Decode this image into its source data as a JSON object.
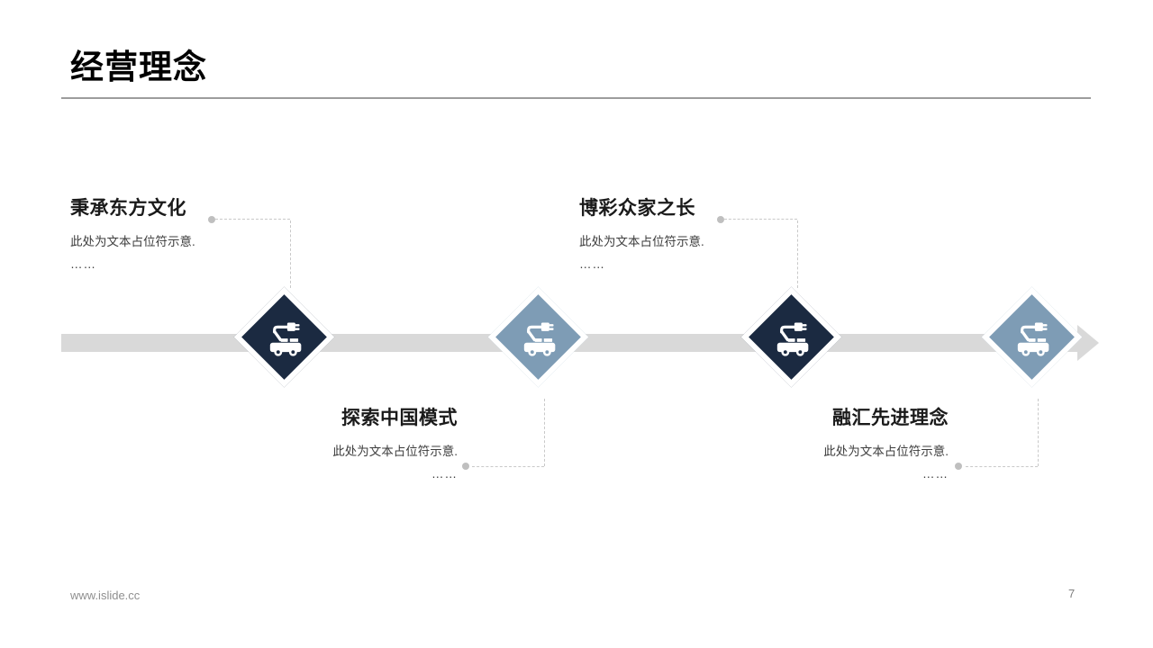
{
  "page": {
    "title": "经营理念",
    "footer": {
      "url": "www.islide.cc",
      "page_number": "7"
    }
  },
  "items": [
    {
      "title": "秉承东方文化",
      "body": "此处为文本占位符示意.",
      "ellipsis": "……",
      "placement": "top-left",
      "diamond_color": "#1B2A41",
      "icon": "electric-car-icon"
    },
    {
      "title": "探索中国模式",
      "body": "此处为文本占位符示意.",
      "ellipsis": "……",
      "placement": "bottom-left",
      "diamond_color": "#7E9CB5",
      "icon": "electric-car-icon"
    },
    {
      "title": "博彩众家之长",
      "body": "此处为文本占位符示意.",
      "ellipsis": "……",
      "placement": "top-right",
      "diamond_color": "#1B2A41",
      "icon": "electric-car-icon"
    },
    {
      "title": "融汇先进理念",
      "body": "此处为文本占位符示意.",
      "ellipsis": "……",
      "placement": "bottom-right",
      "diamond_color": "#7E9CB5",
      "icon": "electric-car-icon"
    }
  ],
  "colors": {
    "dark_diamond": "#1B2A41",
    "light_diamond": "#7E9CB5",
    "timeline_band": "#D9D9D9",
    "title_text": "#1A1A1A",
    "body_text": "#3D3D3D",
    "connector": "#BFBFBF",
    "rule": "#9C9C9C",
    "footer_text": "#8F8F8F"
  }
}
